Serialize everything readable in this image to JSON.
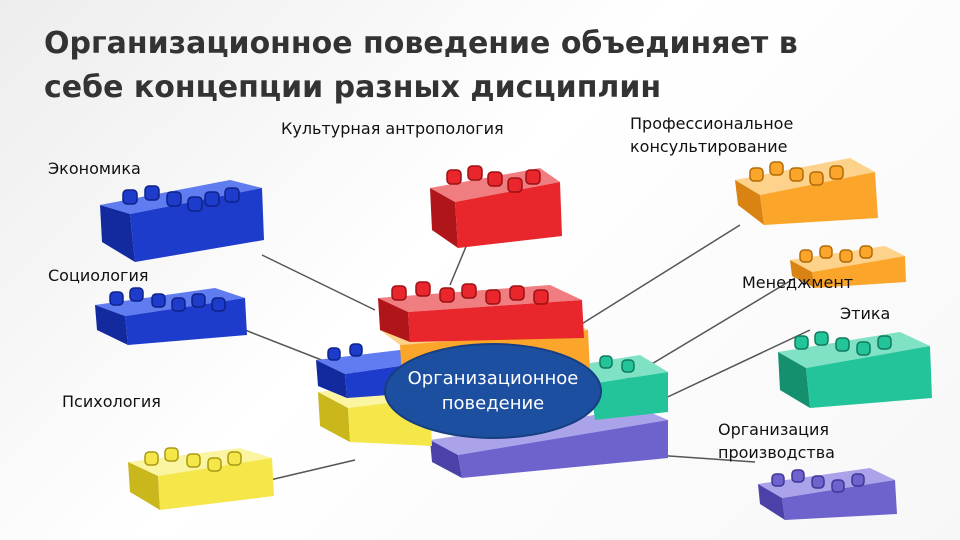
{
  "title": "Организационное поведение объединяет в себе концепции разных дисциплин",
  "center_label": "Организационное поведение",
  "disciplines": {
    "cultural_anthropology": "Культурная антропология",
    "professional_consulting": "Профессиональное консультирование",
    "economics": "Экономика",
    "sociology": "Социология",
    "management": "Менеджмент",
    "ethics": "Этика",
    "psychology": "Психология",
    "production_organization": "Организация производства"
  },
  "colors": {
    "red": "#e8262b",
    "blue": "#1e3ccc",
    "orange": "#fba62a",
    "yellow": "#f5e64a",
    "teal": "#23c49a",
    "violet": "#6e63cc",
    "center_ellipse": "#1d4fa0"
  }
}
